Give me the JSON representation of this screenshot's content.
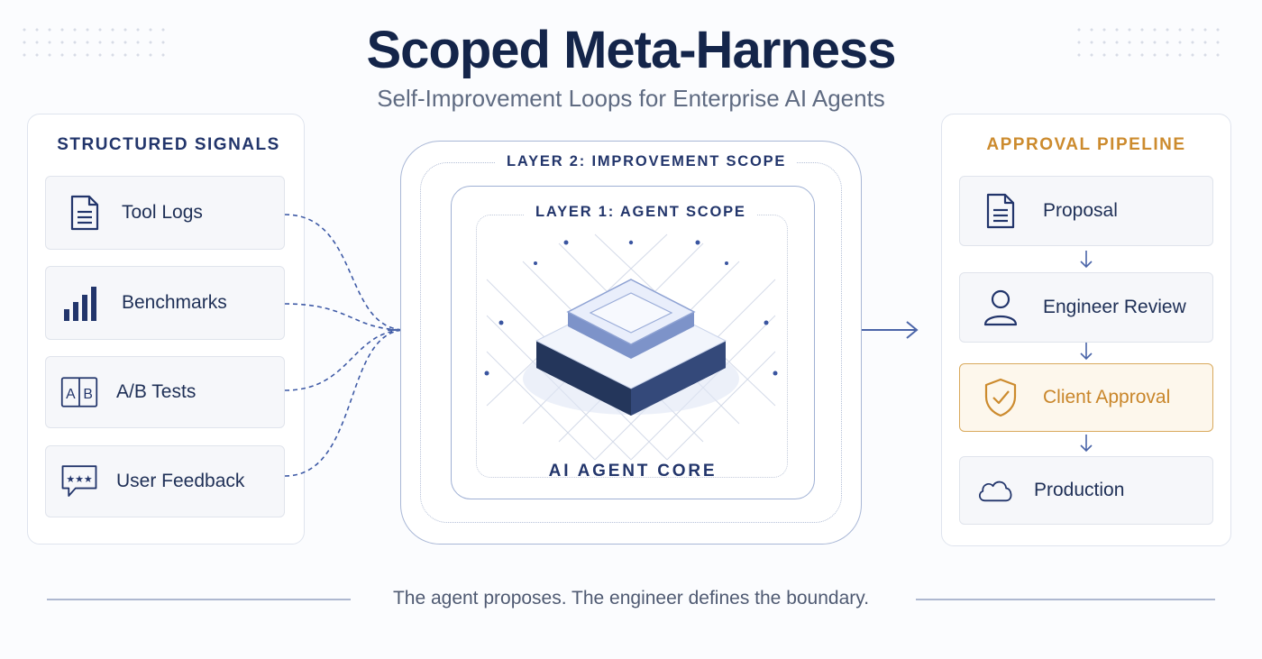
{
  "header": {
    "title": "Scoped Meta-Harness",
    "subtitle": "Self-Improvement Loops for Enterprise AI Agents"
  },
  "signals": {
    "title": "STRUCTURED SIGNALS",
    "items": [
      {
        "label": "Tool Logs",
        "icon": "document-icon"
      },
      {
        "label": "Benchmarks",
        "icon": "bar-chart-icon"
      },
      {
        "label": "A/B Tests",
        "icon": "ab-test-icon"
      },
      {
        "label": "User Feedback",
        "icon": "chat-rating-icon"
      }
    ]
  },
  "center": {
    "layer2_label": "LAYER 2: IMPROVEMENT SCOPE",
    "layer1_label": "LAYER 1: AGENT SCOPE",
    "core_label": "AI AGENT CORE"
  },
  "pipeline": {
    "title": "APPROVAL PIPELINE",
    "steps": [
      {
        "label": "Proposal",
        "icon": "document-icon"
      },
      {
        "label": "Engineer Review",
        "icon": "user-icon"
      },
      {
        "label": "Client Approval",
        "icon": "shield-check-icon"
      },
      {
        "label": "Production",
        "icon": "cloud-icon"
      }
    ]
  },
  "footer": {
    "tagline": "The agent proposes. The engineer defines the boundary."
  },
  "colors": {
    "navy": "#22356b",
    "accent_gold": "#cc8b2e",
    "line_blue": "#4a64a8"
  }
}
